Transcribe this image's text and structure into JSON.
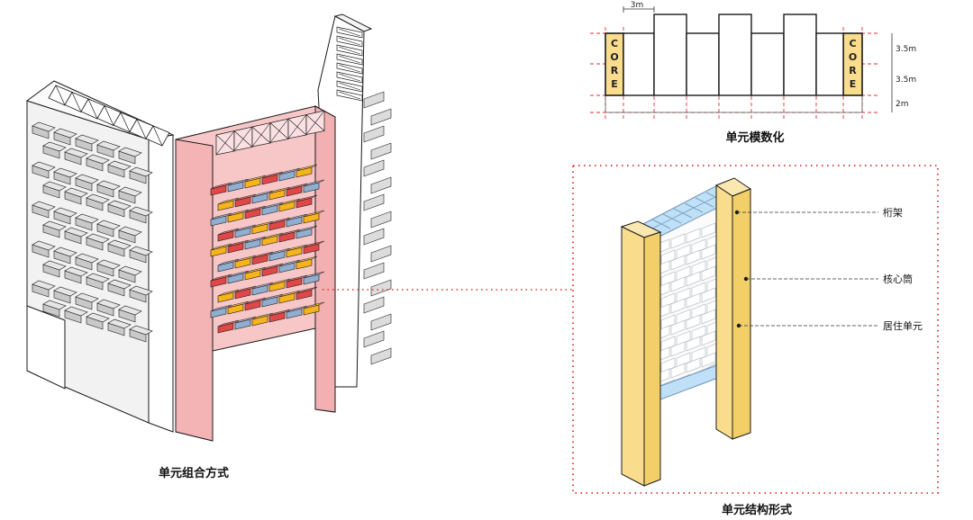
{
  "captions": {
    "combination": "单元组合方式",
    "modular": "单元模数化",
    "structure": "单元结构形式"
  },
  "dimensions": {
    "width_3m": "3m",
    "height_3_5m_a": "3.5m",
    "height_3_5m_b": "3.5m",
    "height_2m": "2m"
  },
  "core_label": [
    "C",
    "O",
    "R",
    "E"
  ],
  "callouts": {
    "truss": "桁架",
    "core_tube": "核心筒",
    "residential_unit": "居住单元"
  },
  "colors": {
    "highlight_pink": "#f7c6c7",
    "core_yellow": "#f9dd8c",
    "truss_blue": "#bfe0f6",
    "unit_red": "#e04848",
    "unit_orange": "#f5b41c",
    "unit_blue": "#90aecf",
    "dash_red": "#e03030",
    "outline": "#1a1a1a"
  }
}
